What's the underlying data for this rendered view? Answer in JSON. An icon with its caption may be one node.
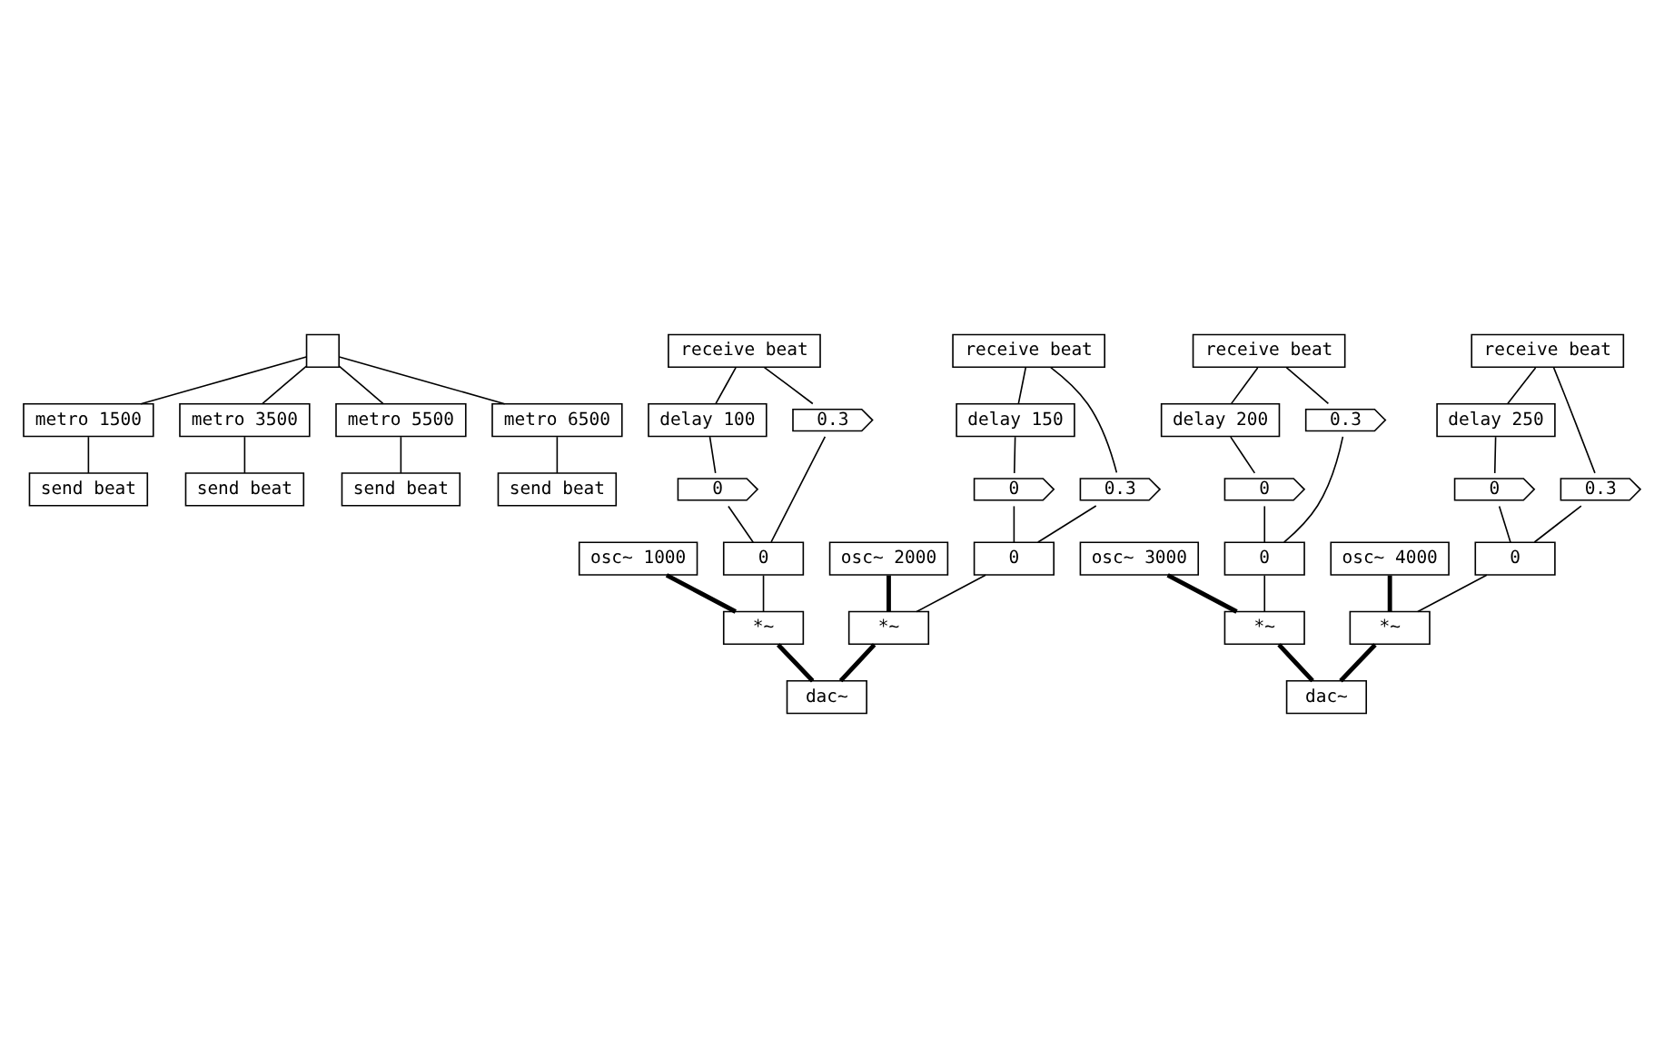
{
  "diagram": {
    "nodes": [
      {
        "text": [],
        "shape": "box"
      },
      {
        "text": [
          "metro 1500"
        ]
      },
      {
        "text": [
          "metro 3500"
        ]
      },
      {
        "text": [
          "metro 5500"
        ]
      },
      {
        "text": [
          "metro 6500"
        ]
      },
      {
        "text": [
          "send beat"
        ]
      },
      {
        "text": [
          "send beat"
        ]
      },
      {
        "text": [
          "send beat"
        ]
      },
      {
        "text": [
          "send beat"
        ]
      },
      {
        "text": [
          "osc~ 1000"
        ]
      },
      {
        "text": [
          "receive beat"
        ]
      },
      {
        "text": [
          "delay 100"
        ]
      },
      {
        "text": [
          "0.3"
        ]
      },
      {
        "text": [
          "0"
        ]
      },
      {
        "text": [
          "0"
        ]
      },
      {
        "text": [
          "*~"
        ]
      },
      {
        "text": [
          "osc~ 2000"
        ]
      },
      {
        "text": [
          "receive beat"
        ]
      },
      {
        "text": [
          "delay 150"
        ]
      },
      {
        "text": [
          "0.3"
        ]
      },
      {
        "text": [
          "0"
        ]
      },
      {
        "text": [
          "0"
        ]
      },
      {
        "text": [
          "*~"
        ]
      },
      {
        "text": [
          "osc~ 3000"
        ]
      },
      {
        "text": [
          "receive beat"
        ]
      },
      {
        "text": [
          "delay 200"
        ]
      },
      {
        "text": [
          "0.3"
        ]
      },
      {
        "text": [
          "0"
        ]
      },
      {
        "text": [
          "0"
        ]
      },
      {
        "text": [
          "*~"
        ]
      },
      {
        "text": [
          "osc~ 4000"
        ]
      },
      {
        "text": [
          "receive beat"
        ]
      },
      {
        "text": [
          "delay 250"
        ]
      },
      {
        "text": [
          "0.3"
        ]
      },
      {
        "text": [
          "0"
        ]
      },
      {
        "text": [
          "0"
        ]
      },
      {
        "text": [
          "*~"
        ]
      },
      {
        "text": [
          "dac~"
        ]
      },
      {
        "text": [
          "dac~"
        ]
      }
    ],
    "edges": [
      {
        "from": 0,
        "to": 1,
        "arrow": "none"
      },
      {
        "from": 0,
        "to": 2,
        "arrow": "none"
      },
      {
        "from": 0,
        "to": 3,
        "arrow": "none"
      },
      {
        "from": 0,
        "to": 4,
        "arrow": "none"
      },
      {
        "from": 1,
        "to": 5,
        "arrow": "none"
      },
      {
        "from": 2,
        "to": 6,
        "arrow": "none"
      },
      {
        "from": 3,
        "to": 7,
        "arrow": "none"
      },
      {
        "from": 4,
        "to": 8,
        "arrow": "none"
      },
      {
        "from": 10,
        "to": 12,
        "arrow": "none"
      },
      {
        "from": 10,
        "to": 11,
        "arrow": "none"
      },
      {
        "from": 11,
        "to": 13,
        "arrow": "none"
      },
      {
        "from": 12,
        "to": 14,
        "arrow": "none"
      },
      {
        "from": 13,
        "to": 14,
        "arrow": "none"
      },
      {
        "from": 9,
        "to": 15,
        "arrow": "none",
        "style": "thick"
      },
      {
        "from": 14,
        "to": 15,
        "arrow": "none"
      },
      {
        "from": 17,
        "to": 19,
        "arrow": "none"
      },
      {
        "from": 17,
        "to": 18,
        "arrow": "none"
      },
      {
        "from": 18,
        "to": 20,
        "arrow": "none"
      },
      {
        "from": 19,
        "to": 21,
        "arrow": "none"
      },
      {
        "from": 20,
        "to": 21,
        "arrow": "none"
      },
      {
        "from": 16,
        "to": 22,
        "arrow": "none",
        "style": "thick"
      },
      {
        "from": 21,
        "to": 22,
        "arrow": "none"
      },
      {
        "from": 24,
        "to": 26,
        "arrow": "none"
      },
      {
        "from": 24,
        "to": 25,
        "arrow": "none"
      },
      {
        "from": 25,
        "to": 27,
        "arrow": "none"
      },
      {
        "from": 26,
        "to": 28,
        "arrow": "none"
      },
      {
        "from": 27,
        "to": 28,
        "arrow": "none"
      },
      {
        "from": 23,
        "to": 29,
        "arrow": "none",
        "style": "thick"
      },
      {
        "from": 28,
        "to": 29,
        "arrow": "none"
      },
      {
        "from": 31,
        "to": 33,
        "arrow": "none"
      },
      {
        "from": 31,
        "to": 32,
        "arrow": "none"
      },
      {
        "from": 32,
        "to": 34,
        "arrow": "none"
      },
      {
        "from": 33,
        "to": 35,
        "arrow": "none"
      },
      {
        "from": 34,
        "to": 35,
        "arrow": "none"
      },
      {
        "from": 30,
        "to": 36,
        "arrow": "none",
        "style": "thick"
      },
      {
        "from": 35,
        "to": 36,
        "arrow": "none"
      },
      {
        "from": 15,
        "to": 37,
        "arrow": "none",
        "style": "thick"
      },
      {
        "from": 22,
        "to": 37,
        "arrow": "none",
        "style": "thick"
      },
      {
        "from": 29,
        "to": 38,
        "arrow": "none",
        "style": "thick"
      },
      {
        "from": 36,
        "to": 38,
        "arrow": "none",
        "style": "thick"
      }
    ]
  }
}
